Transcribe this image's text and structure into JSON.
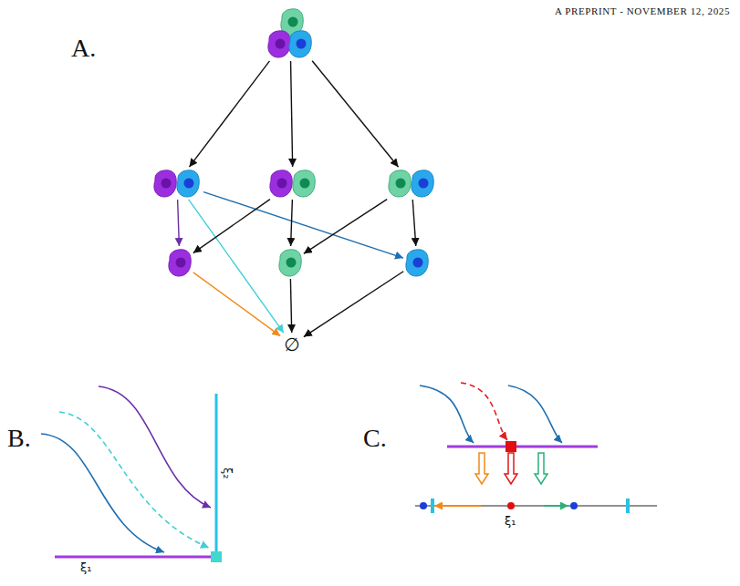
{
  "diagram": {
    "nodes": [
      {
        "text": []
      },
      {
        "text": []
      },
      {
        "text": []
      },
      {
        "text": []
      },
      {
        "text": []
      },
      {
        "text": []
      },
      {
        "text": []
      },
      {
        "text": [
          "∅"
        ]
      }
    ],
    "edges": [
      {
        "from": 0,
        "to": 1,
        "arrow": "to"
      },
      {
        "from": 0,
        "to": 2,
        "arrow": "to"
      },
      {
        "from": 0,
        "to": 3,
        "arrow": "to"
      },
      {
        "from": 1,
        "to": 4,
        "arrow": "to"
      },
      {
        "from": 1,
        "to": 7,
        "arrow": "to"
      },
      {
        "from": 1,
        "to": 6,
        "arrow": "to"
      },
      {
        "from": 2,
        "to": 4,
        "arrow": "to"
      },
      {
        "from": 2,
        "to": 5,
        "arrow": "to"
      },
      {
        "from": 3,
        "to": 5,
        "arrow": "to"
      },
      {
        "from": 3,
        "to": 6,
        "arrow": "to"
      },
      {
        "from": 4,
        "to": 7,
        "arrow": "to"
      },
      {
        "from": 5,
        "to": 7,
        "arrow": "to"
      },
      {
        "from": 6,
        "to": 7,
        "arrow": "to"
      }
    ],
    "labels": [
      "A PREPRINT - NOVEMBER 12, 2025",
      "A.",
      "B.",
      "C.",
      "ξ₁",
      "ξ₂",
      "ξ₁"
    ]
  }
}
